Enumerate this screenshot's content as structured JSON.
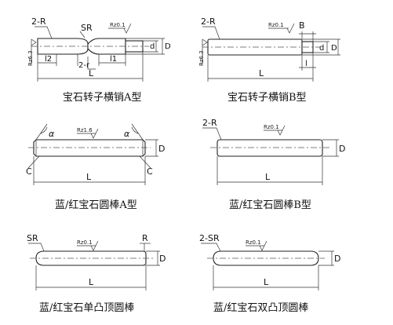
{
  "panels": [
    {
      "caption": "宝石转子横销A型",
      "labels": {
        "top_left": "2-R",
        "sr": "SR",
        "roughness_top": "Rz0.1",
        "roughness_side": "Rz6.3",
        "l2": "l2",
        "mid": "2-r",
        "l1": "l1",
        "length": "L",
        "d": "d",
        "D": "D"
      }
    },
    {
      "caption": "宝石转子横销B型",
      "labels": {
        "top_left": "2-R",
        "roughness_top": "Rz0.1",
        "B": "B",
        "roughness_side": "Rz6.3",
        "d": "d",
        "D": "D",
        "l": "l",
        "length": "L"
      }
    },
    {
      "caption": "蓝/红宝石圆棒A型",
      "labels": {
        "alpha_left": "α",
        "roughness_top": "Rz1.6",
        "alpha_right": "α",
        "D": "D",
        "c_left": "C",
        "c_right": "C",
        "length": "L"
      }
    },
    {
      "caption": "蓝/红宝石圆棒B型",
      "labels": {
        "top_left": "2-R",
        "roughness_top": "Rz0.1",
        "D": "D",
        "length": "L"
      }
    },
    {
      "caption": "蓝/红宝石单凸顶圆棒",
      "labels": {
        "sr": "SR",
        "r": "R",
        "roughness_top": "Rz0.1",
        "D": "D",
        "length": "L"
      }
    },
    {
      "caption": "蓝/红宝石双凸顶圆棒",
      "labels": {
        "top_left": "2-SR",
        "roughness_top": "Rz0.1",
        "D": "D",
        "length": "L"
      }
    }
  ]
}
